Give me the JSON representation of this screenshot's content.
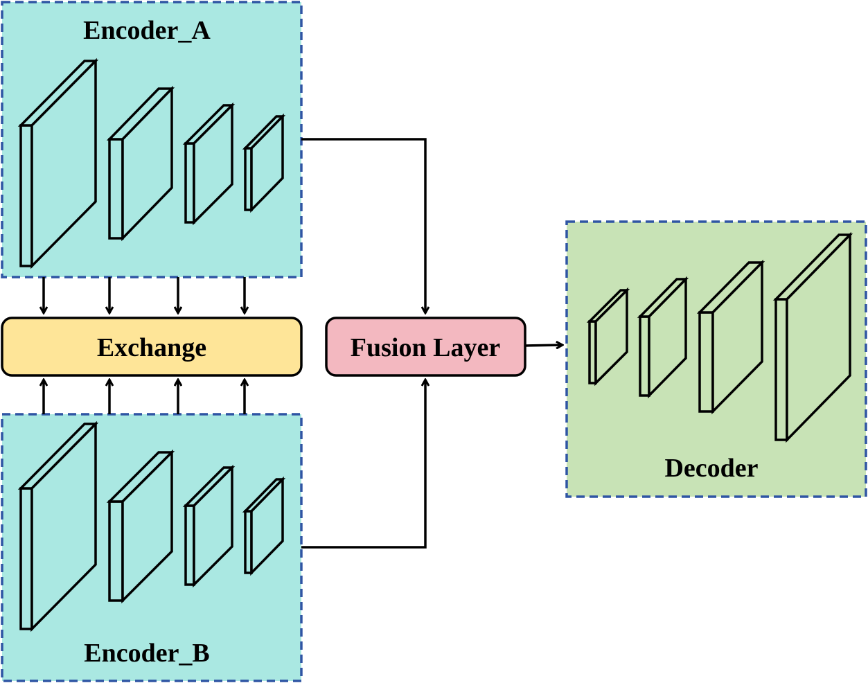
{
  "encoder_a": {
    "label": "Encoder_A",
    "fill": "#AAE8E2"
  },
  "encoder_b": {
    "label": "Encoder_B",
    "fill": "#AAE8E2"
  },
  "decoder": {
    "label": "Decoder",
    "fill": "#C8E3B6"
  },
  "exchange": {
    "label": "Exchange",
    "fill": "#FEE598"
  },
  "fusion": {
    "label": "Fusion Layer",
    "fill": "#F3B8C0"
  },
  "colors": {
    "dashed_border": "#2F55A4",
    "stroke": "#000000"
  }
}
